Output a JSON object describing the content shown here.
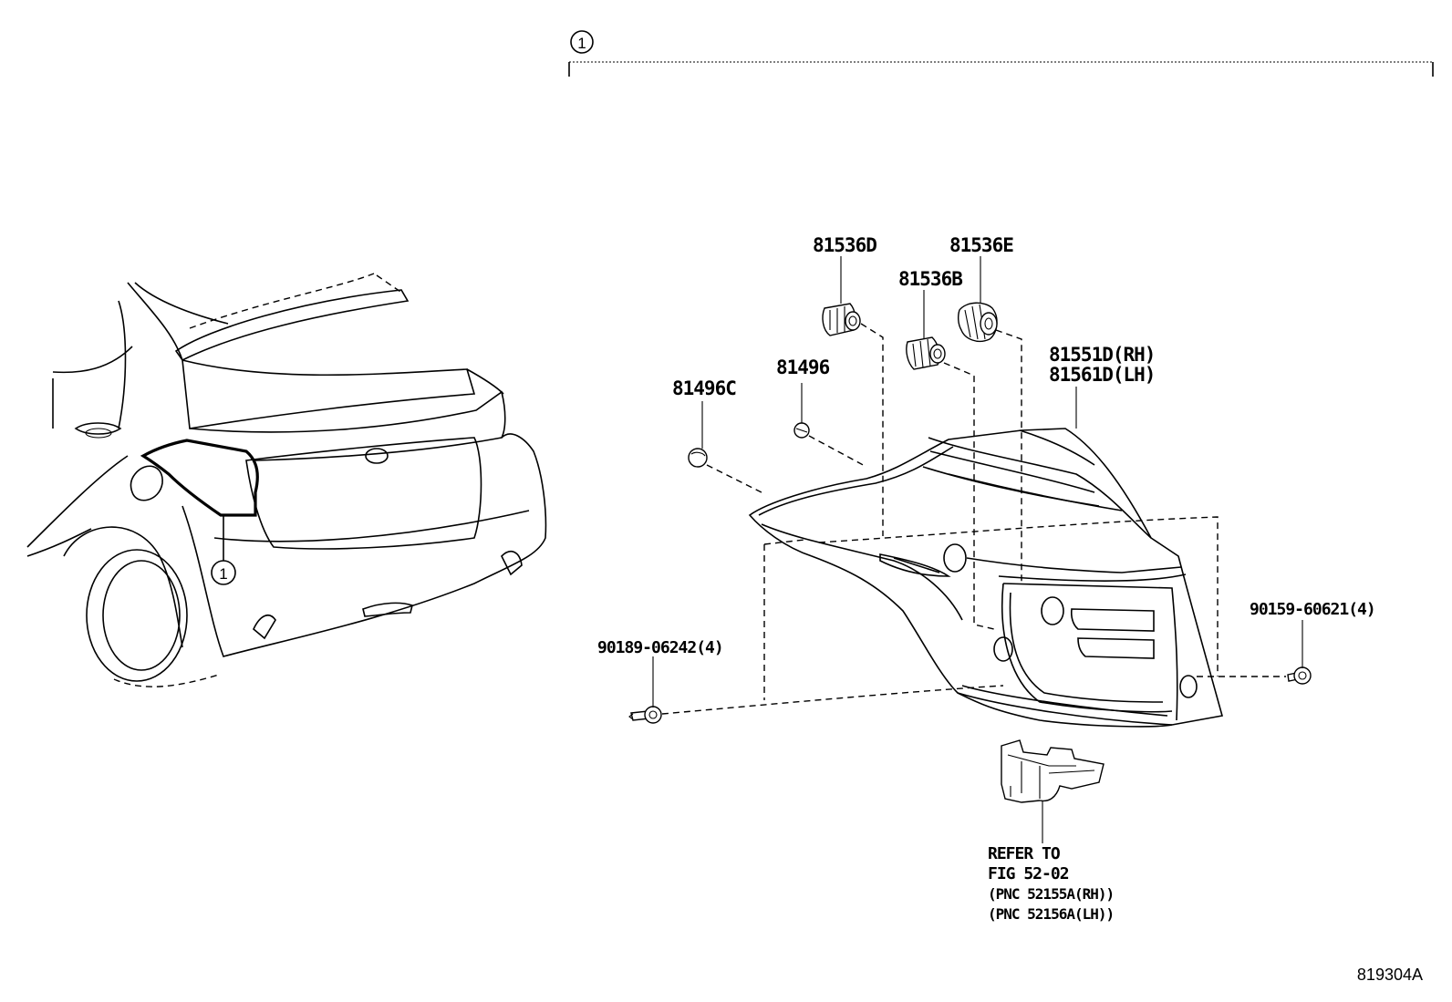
{
  "callout": {
    "number": "1"
  },
  "car_callout": {
    "number": "1"
  },
  "labels": {
    "p81536D": "81536D",
    "p81536E": "81536E",
    "p81536B": "81536B",
    "p81496": "81496",
    "p81496C": "81496C",
    "p81551D": "81551D(RH)",
    "p81561D": "81561D(LH)",
    "p90159": "90159-60621(4)",
    "p90189": "90189-06242(4)"
  },
  "refer": {
    "line1": "REFER TO",
    "line2": "FIG 52-02",
    "line3": "(PNC 52155A(RH))",
    "line4": "(PNC 52156A(LH))"
  },
  "figure_id": "819304A"
}
